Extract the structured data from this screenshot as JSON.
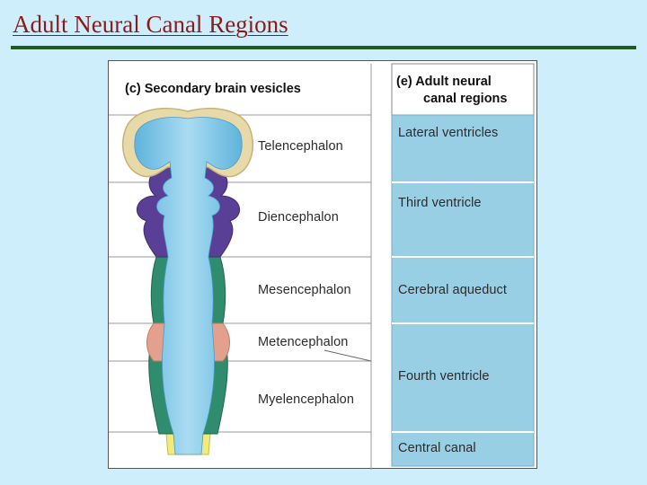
{
  "slide": {
    "title": "Adult Neural Canal Regions"
  },
  "panel_c": {
    "header": "(c) Secondary brain vesicles",
    "regions": [
      {
        "key": "telencephalon",
        "label": "Telencephalon"
      },
      {
        "key": "diencephalon",
        "label": "Diencephalon"
      },
      {
        "key": "mesencephalon",
        "label": "Mesencephalon"
      },
      {
        "key": "metencephalon",
        "label": "Metencephalon"
      },
      {
        "key": "myelencephalon",
        "label": "Myelencephalon"
      }
    ]
  },
  "panel_e": {
    "header_line1": "(e) Adult neural",
    "header_line2": "canal regions",
    "regions": [
      {
        "key": "lateral",
        "label": "Lateral ventricles"
      },
      {
        "key": "third",
        "label": "Third ventricle"
      },
      {
        "key": "aqueduct",
        "label": "Cerebral aqueduct"
      },
      {
        "key": "fourth",
        "label": "Fourth ventricle"
      },
      {
        "key": "central",
        "label": "Central canal"
      }
    ]
  },
  "colors": {
    "background": "#cfeefc",
    "title": "#8b1a1a",
    "title_rule": "#1f5a1f",
    "canal_blue": "#8fd0ec",
    "panel_e_fill": "#99cfe5",
    "telencephalon_wall": "#e8d9a8",
    "diencephalon_wall": "#5a3f97",
    "mesencephalon_wall": "#2f8c6d",
    "metencephalon_wall": "#e2a08d",
    "spinal_wall": "#f2ea7a"
  }
}
